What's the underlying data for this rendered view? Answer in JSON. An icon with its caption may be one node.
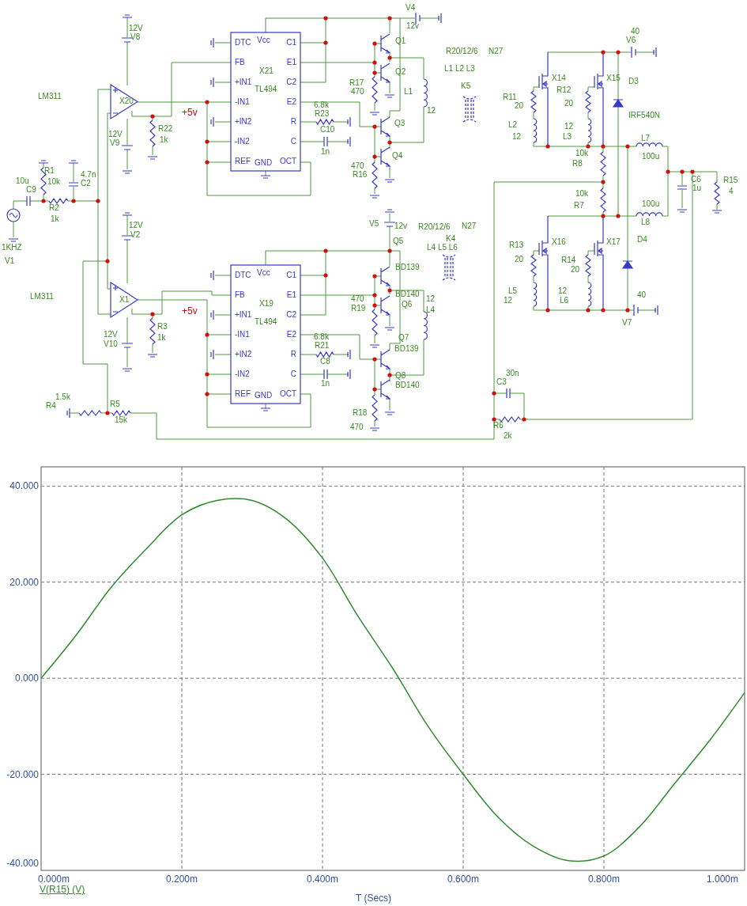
{
  "diagram": {
    "labels": [
      "V4",
      "12v",
      "12V",
      "40",
      "V6",
      "V8",
      "Q1",
      "R20/12/6",
      "N27",
      "L1 L2 L3",
      "Q2",
      "X14",
      "X15",
      "D3",
      "K5",
      "R17",
      "470",
      "R12",
      "L1",
      "LM311",
      "R11",
      "6.8k",
      "20",
      "20",
      "12",
      "+5v",
      "R23",
      "IRF540N",
      "Q3",
      "L2",
      "12",
      "R22",
      "C10",
      "12V",
      "12",
      "L3",
      "L7",
      "1k",
      "V9",
      "1n",
      "10k",
      "Q4",
      "100u",
      "R8",
      "470",
      "R1",
      "4.7n",
      "R16",
      "C6",
      "R15",
      "10u",
      "10k",
      "C2",
      "1u",
      "C9",
      "4",
      "10k",
      "100u",
      "R7",
      "R2",
      "1k",
      "L8",
      "V5",
      "12v",
      "12V",
      "R20/12/6",
      "N27",
      "V2",
      "K4",
      "D4",
      "X16",
      "X17",
      "Q5",
      "R13",
      "1KHZ",
      "L4 L5 L6",
      "20",
      "R14",
      "V1",
      "BD139",
      "20",
      "L5",
      "12",
      "BD140",
      "40",
      "LM311",
      "12",
      "470",
      "12",
      "L6",
      "Q6",
      "R19",
      "L4",
      "+5v",
      "V7",
      "R3",
      "12V",
      "6.8k",
      "1k",
      "Q7",
      "V10",
      "R21",
      "BD139",
      "C8",
      "30n",
      "Q8",
      "C3",
      "1n",
      "BD140",
      "1.5k",
      "R4",
      "R5",
      "R18",
      "15k",
      "R6",
      "470",
      "2k",
      "DTC",
      "FB",
      "+IN1",
      "-IN1",
      "+IN2",
      "-IN2",
      "REF",
      "Vcc",
      "C1",
      "E1",
      "C2",
      "E2",
      "R",
      "C",
      "OCT",
      "GND",
      "X21",
      "TL494",
      "X20",
      "DTC",
      "FB",
      "+IN1",
      "-IN1",
      "+IN2",
      "-IN2",
      "REF",
      "Vcc",
      "C1",
      "E1",
      "C2",
      "E2",
      "R",
      "C",
      "OCT",
      "GND",
      "X19",
      "TL494",
      "X1"
    ],
    "chart_data": {
      "type": "line",
      "xlabel": "T (Secs)",
      "x": [
        0,
        0.05,
        0.1,
        0.15,
        0.2,
        0.25,
        0.3,
        0.35,
        0.4,
        0.45,
        0.5,
        0.55,
        0.6,
        0.65,
        0.7,
        0.75,
        0.8,
        0.85,
        0.9,
        0.95,
        1.0
      ],
      "series": [
        {
          "name": "V(R15) (V)",
          "color": "#2e8b2e",
          "values": [
            0,
            9,
            19,
            27,
            34,
            37,
            37,
            33,
            25,
            13,
            2,
            -10,
            -20,
            -29,
            -35,
            -38,
            -37,
            -31,
            -22,
            -13,
            -3
          ]
        }
      ],
      "xlim": [
        0,
        1
      ],
      "ylim": [
        -40,
        44
      ],
      "grid": true,
      "xticks": [
        {
          "value": 0,
          "label": "0.000m"
        },
        {
          "value": 0.2,
          "label": "0.200m"
        },
        {
          "value": 0.4,
          "label": "0.400m"
        },
        {
          "value": 0.6,
          "label": "0.600m"
        },
        {
          "value": 0.8,
          "label": "0.800m"
        },
        {
          "value": 1.0,
          "label": "1.000m"
        }
      ],
      "yticks": [
        {
          "value": -40,
          "label": "-40.000"
        },
        {
          "value": -20,
          "label": "-20.000"
        },
        {
          "value": 0,
          "label": "0.000"
        },
        {
          "value": 20,
          "label": "20.000"
        },
        {
          "value": 40,
          "label": "40.000"
        }
      ]
    }
  }
}
